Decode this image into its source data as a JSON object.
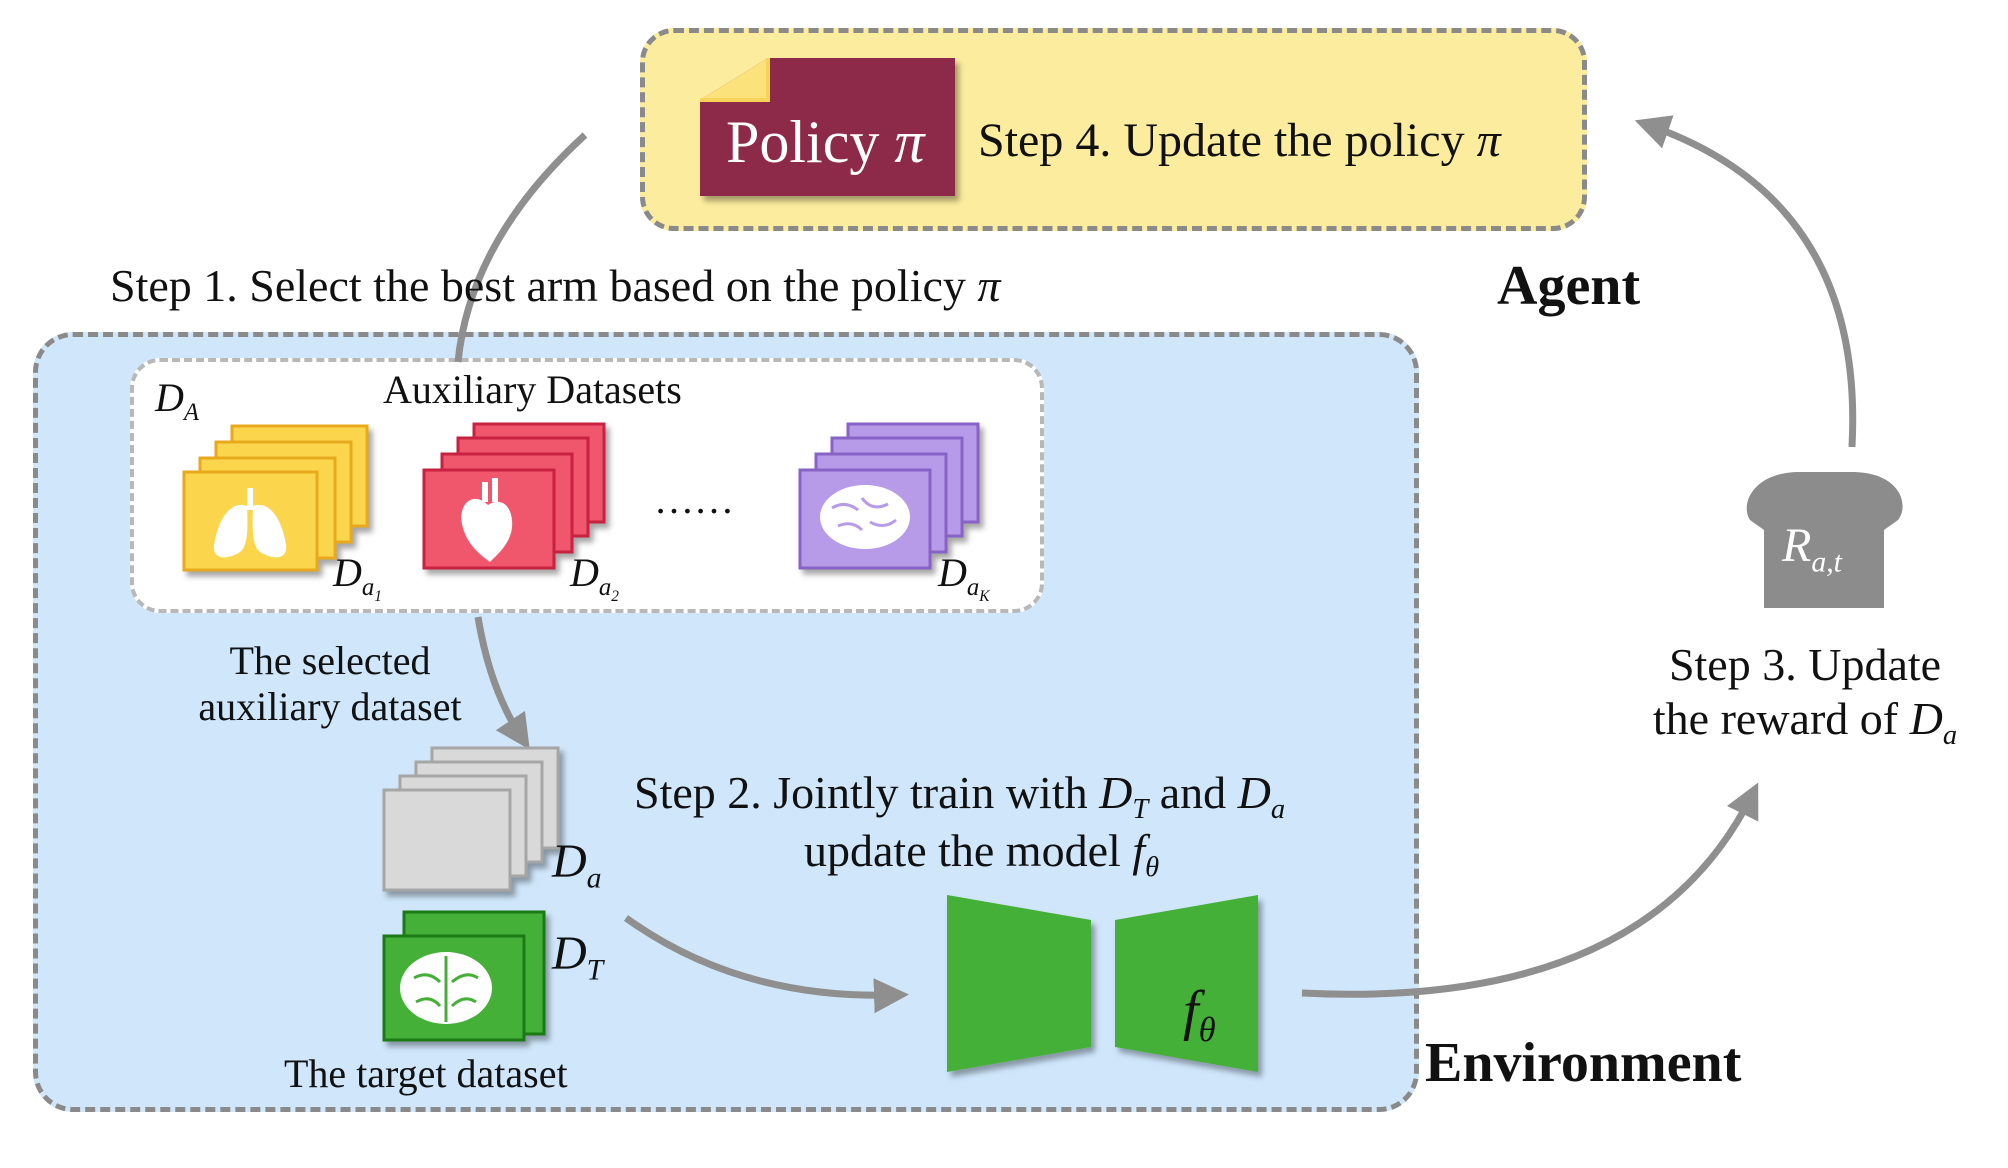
{
  "agent": {
    "policy_label": "Policy",
    "pi_symbol": "π",
    "step4": "Step 4. Update the policy",
    "region_label": "Agent"
  },
  "step1": "Step 1. Select the  best arm based on the policy",
  "environment": {
    "region_label": "Environment",
    "aux_title": "Auxiliary Datasets",
    "dataset_all": "D",
    "dataset_all_sub": "A",
    "ellipsis": "……",
    "selected_caption_line1": "The selected",
    "selected_caption_line2": "auxiliary dataset",
    "target_caption": "The target dataset",
    "step2_line1_a": "Step 2. Jointly train with",
    "step2_line1_and": "and",
    "step2_line2": "update the model",
    "model_symbol": "f",
    "model_sub": "θ",
    "d_symbol": "D",
    "sub_a": "a",
    "sub_T": "T",
    "sub_a1_main": "a",
    "sub_a1_idx": "1",
    "sub_a2_idx": "2",
    "sub_aK_idx": "K"
  },
  "reward": {
    "symbol": "R",
    "sub": "a,t",
    "step3_line1": "Step 3. Update",
    "step3_line2": "the reward of"
  },
  "colors": {
    "lung": "#fbd64e",
    "heart": "#f0566c",
    "brain_aux": "#b89be8",
    "selected": "#d9d9d9",
    "target": "#45b038",
    "model": "#45b038",
    "policy": "#8e2c48",
    "arrow": "#8f8f8f"
  },
  "icons": [
    "lungs-icon",
    "heart-icon",
    "brain-icon",
    "brain-icon",
    "reward-bread-icon",
    "policy-document-icon"
  ]
}
